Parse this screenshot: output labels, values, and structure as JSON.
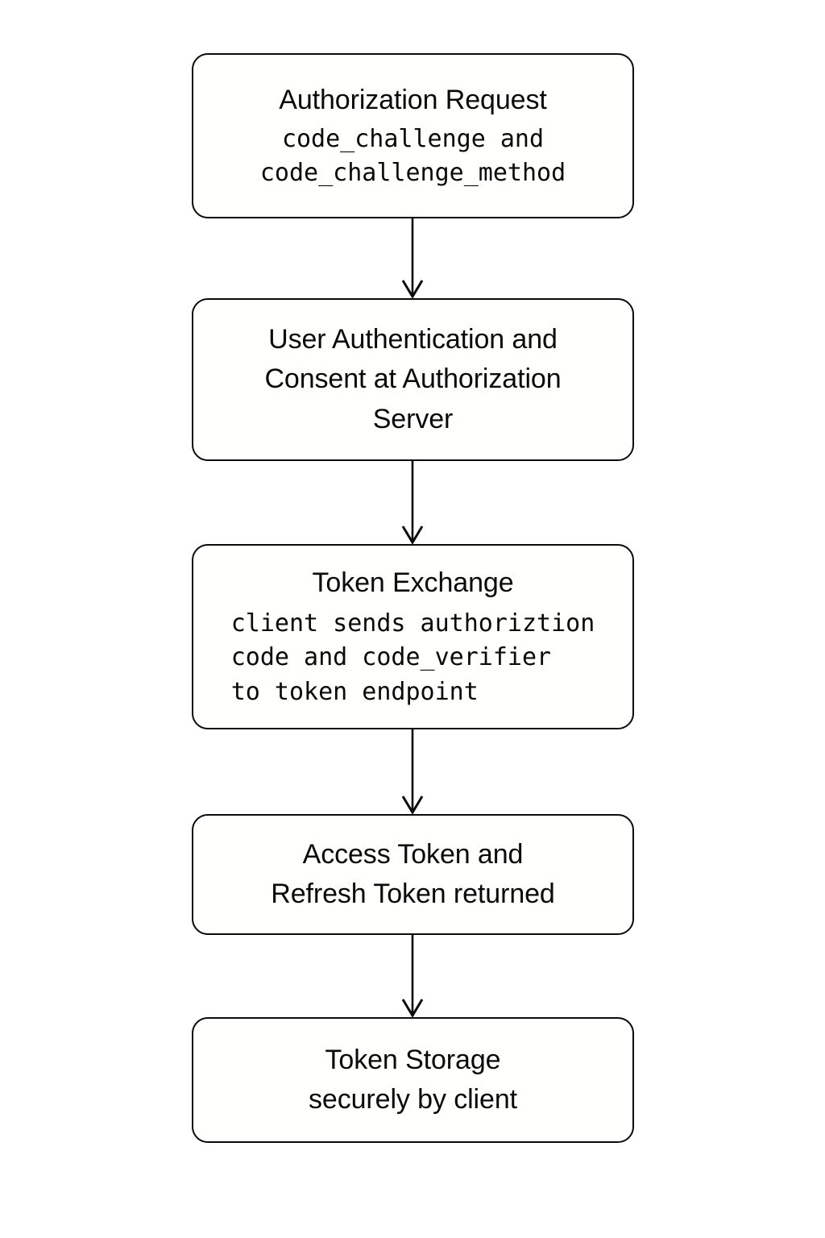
{
  "diagram": {
    "type": "flowchart",
    "orientation": "top-to-bottom",
    "title_visible": false,
    "background_color": "#ffffff",
    "node_fill_color": "#fffffe",
    "node_border_color": "#0b0b0b",
    "text_color": "#0a0a0a",
    "arrow_color": "#0b0b0b",
    "node_count": 5,
    "arrow_count": 4,
    "nodes": [
      {
        "id": "authorization-request",
        "title": "Authorization Request",
        "detail": "code_challenge and\ncode_challenge_method",
        "detail_align": "center"
      },
      {
        "id": "user-authentication",
        "title": "User Authentication and\nConsent at Authorization\nServer",
        "detail": "",
        "detail_align": "center"
      },
      {
        "id": "token-exchange",
        "title": "Token Exchange",
        "detail": "client sends authoriztion\ncode and code_verifier\nto token endpoint",
        "detail_align": "left"
      },
      {
        "id": "tokens-returned",
        "title": "Access Token and\nRefresh Token returned",
        "detail": "",
        "detail_align": "center"
      },
      {
        "id": "token-storage",
        "title": "Token Storage\nsecurely by client",
        "detail": "",
        "detail_align": "center"
      }
    ],
    "edges": [
      {
        "id": "edge-1",
        "from": "authorization-request",
        "to": "user-authentication",
        "label": ""
      },
      {
        "id": "edge-2",
        "from": "user-authentication",
        "to": "token-exchange",
        "label": ""
      },
      {
        "id": "edge-3",
        "from": "token-exchange",
        "to": "tokens-returned",
        "label": ""
      },
      {
        "id": "edge-4",
        "from": "tokens-returned",
        "to": "token-storage",
        "label": ""
      }
    ]
  }
}
